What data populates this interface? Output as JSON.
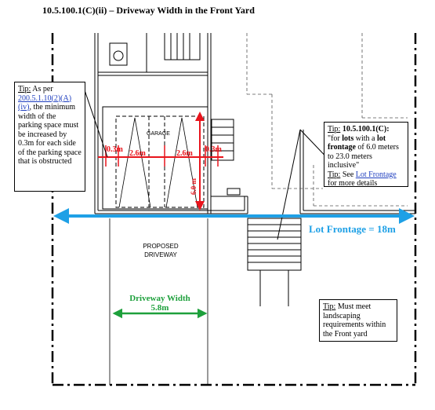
{
  "title": "10.5.100.1(C)(ii) – Driveway Width in the Front Yard",
  "labels": {
    "garage": "GARAGE",
    "proposed_driveway_line1": "PROPOSED",
    "proposed_driveway_line2": "DRIVEWAY",
    "dim_03_left": "0.3m",
    "dim_26_left": "2.6m",
    "dim_26_right": "2.6m",
    "dim_03_right": "0.3m",
    "dim_60": "6.0 m",
    "lot_frontage": "Lot Frontage = 18m",
    "driveway_width_line1": "Driveway Width",
    "driveway_width_line2": "5.8m"
  },
  "tip_left": {
    "tip_label": "Tip:",
    "text1": " As per ",
    "link": "200.5.1.10(2)(A)(iv)",
    "text2": ", the minimum width of the parking space must be increased by 0.3m for each side of the parking space that is obstructed"
  },
  "tip_right": {
    "tip_label": "Tip:",
    "bylaw": " 10.5.100.1(C):",
    "quote_a": "\"for ",
    "bold_a": "lots",
    "quote_b": " with a ",
    "bold_b": "lot frontage",
    "quote_c": " of 6.0 meters to 23.0 meters inclusive\"",
    "tip_label2": "Tip:",
    "see": " See ",
    "link": "Lot Frontage",
    "more": " for more details"
  },
  "tip_bottom": {
    "tip_label": "Tip:",
    "text": " Must meet landscaping requirements within the Front yard"
  },
  "colors": {
    "red": "#e8141c",
    "blue": "#1ea0e6",
    "green": "#1ea03c",
    "link": "#1f3fbf"
  }
}
